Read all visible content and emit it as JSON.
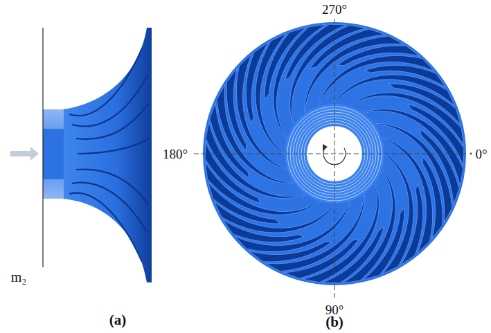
{
  "diagram": {
    "labels": [
      "m₂",
      "(a)",
      "(b)",
      "270°",
      "180°",
      "0°",
      "90°"
    ]
  }
}
